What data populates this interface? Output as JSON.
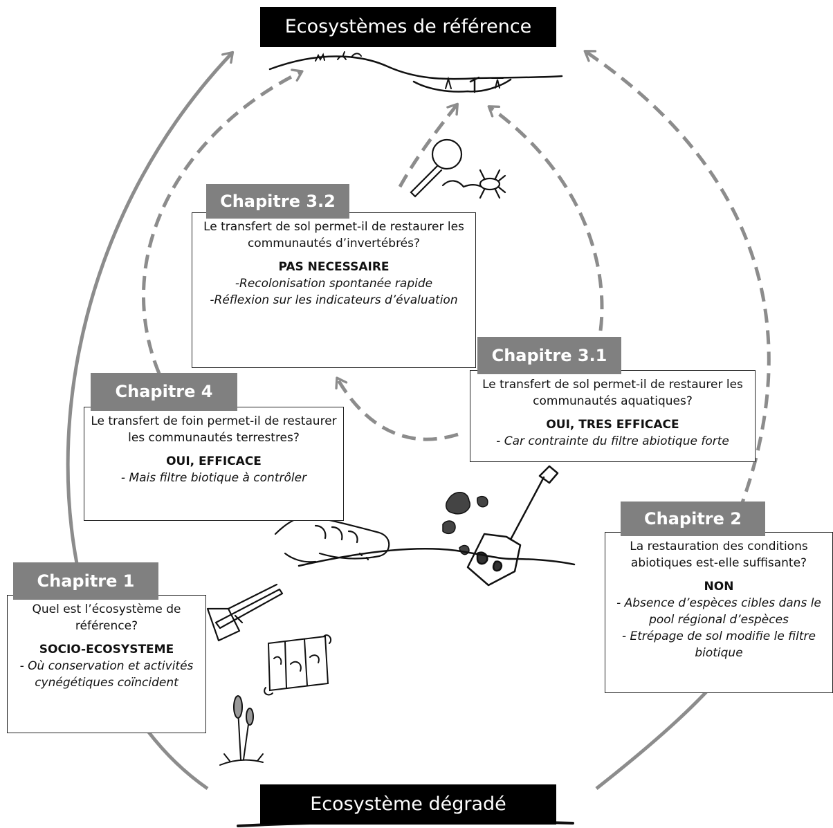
{
  "titles": {
    "top": "Ecosystèmes de référence",
    "bottom": "Ecosystème dégradé"
  },
  "chapters": [
    {
      "tab": "Chapitre 1",
      "question": "Quel est l’écosystème de référence?",
      "answer": "SOCIO-ECOSYSTEME",
      "details": [
        "- Où  conservation et activités cynégétiques coïncident"
      ]
    },
    {
      "tab": "Chapitre 2",
      "question": "La restauration des conditions abiotiques est-elle suffisante?",
      "answer": "NON",
      "details": [
        "- Absence d’espèces cibles dans le pool régional d’espèces",
        "- Etrépage de sol modifie le filtre biotique"
      ]
    },
    {
      "tab": "Chapitre 3.1",
      "question": "Le transfert de sol permet-il de restaurer les communautés aquatiques?",
      "answer": "OUI, TRES EFFICACE",
      "details": [
        "- Car contrainte du filtre abiotique forte"
      ]
    },
    {
      "tab": "Chapitre 3.2",
      "question": "Le transfert de sol permet-il de restaurer les communautés d’invertébrés?",
      "answer": "PAS NECESSAIRE",
      "details": [
        "-Recolonisation spontanée rapide",
        "-Réflexion sur les indicateurs d’évaluation"
      ]
    },
    {
      "tab": "Chapitre 4",
      "question": "Le transfert de foin permet-il de restaurer les communautés terrestres?",
      "answer": "OUI, EFFICACE",
      "details": [
        "- Mais filtre biotique à contrôler"
      ]
    }
  ],
  "colors": {
    "arrow": "#8c8c8c",
    "tab": "#808080",
    "title_bar": "#000000"
  }
}
